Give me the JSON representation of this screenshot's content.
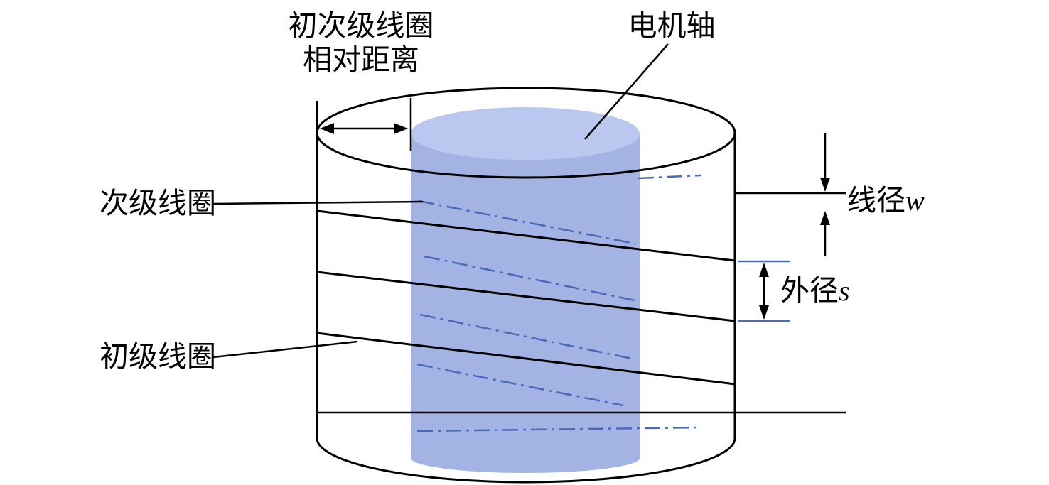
{
  "labels": {
    "top_dim_line1": "初次级线圈",
    "top_dim_line2": "相对距离",
    "motor_shaft": "电机轴",
    "secondary_coil": "次级线圈",
    "primary_coil": "初级线圈",
    "wire_diameter_prefix": "线径",
    "wire_diameter_symbol": "w",
    "outer_diameter_prefix": "外径",
    "outer_diameter_symbol": "s"
  },
  "colors": {
    "shaft_body": "#a3b4e4",
    "shaft_top": "#bac7ee",
    "outline": "#000000",
    "hidden_line_blue": "#4a69b8",
    "tick_blue": "#4a69b8"
  }
}
